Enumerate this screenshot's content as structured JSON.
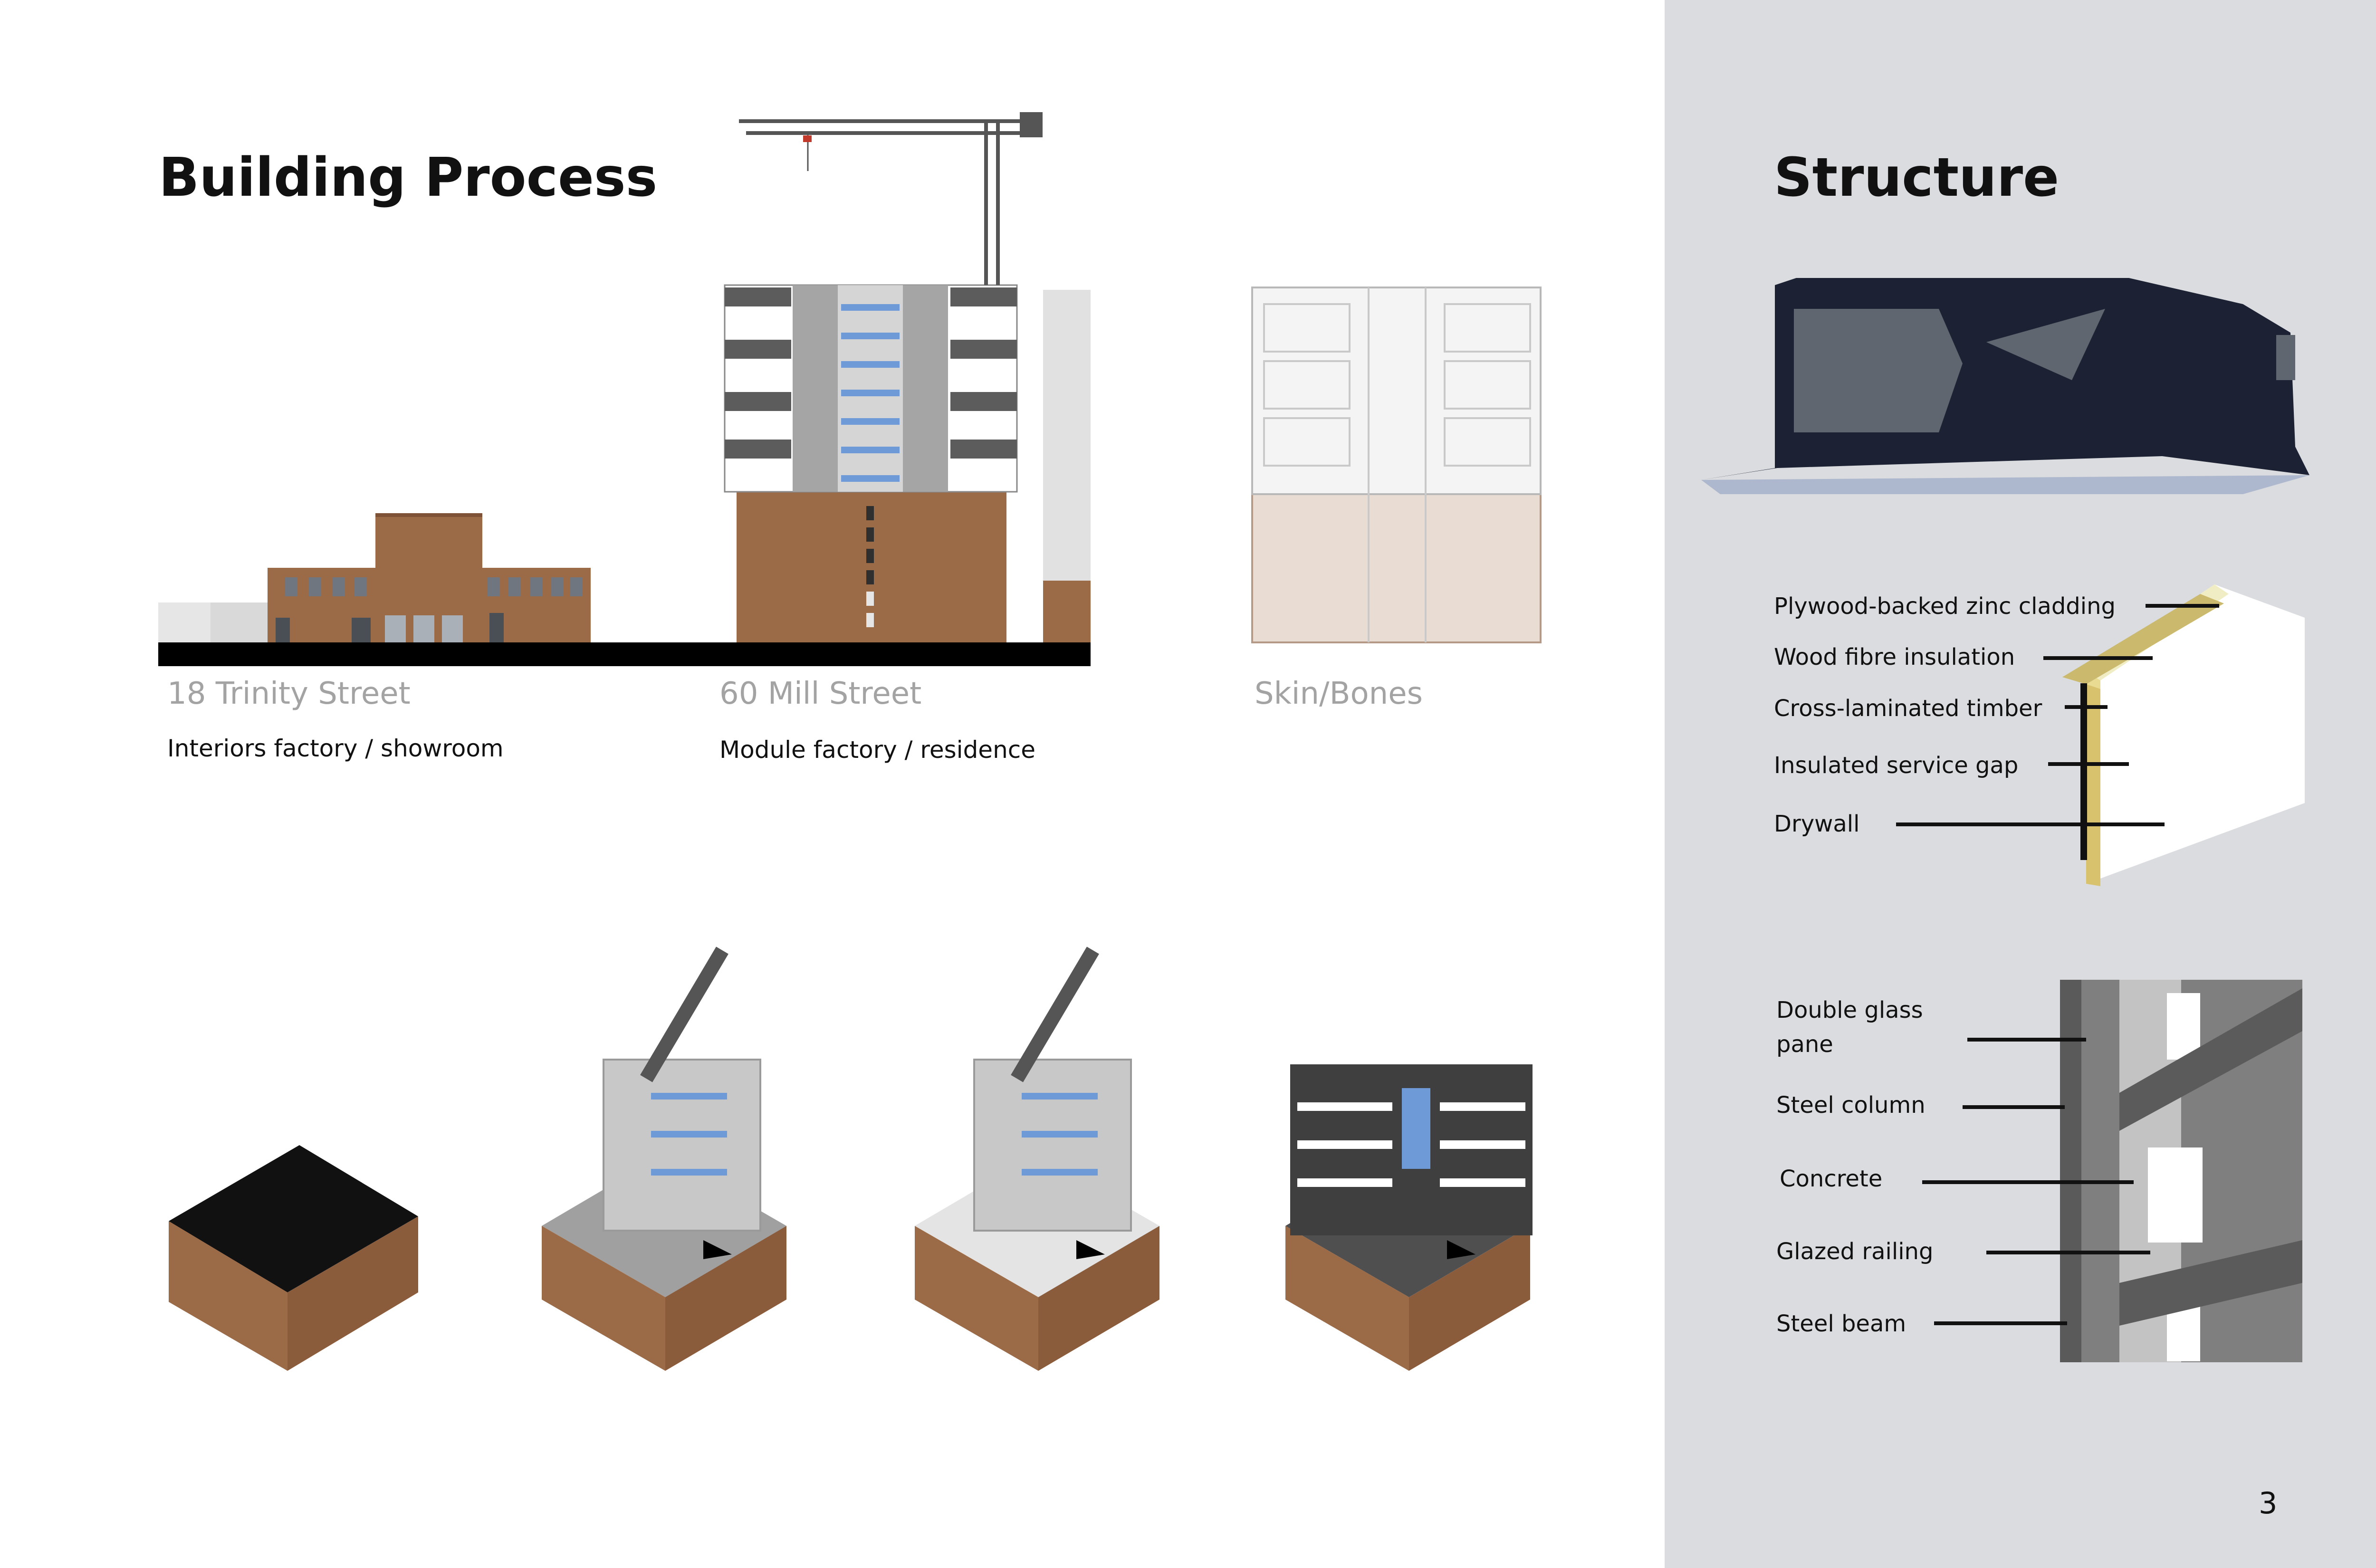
{
  "left": {
    "title": "Building Process",
    "captions": [
      {
        "name": "18 Trinity Street",
        "desc": "Interiors factory / showroom"
      },
      {
        "name": "60 Mill Street",
        "desc": "Module factory / residence"
      },
      {
        "name": "Skin/Bones",
        "desc": ""
      }
    ]
  },
  "right": {
    "title": "Structure",
    "wall_layers": [
      "Plywood-backed zinc cladding",
      "Wood fibre insulation",
      "Cross-laminated timber",
      "Insulated service gap",
      "Drywall"
    ],
    "frame_parts": [
      "Double glass\npane",
      "Steel column",
      "Concrete",
      "Glazed railing",
      "Steel beam"
    ]
  },
  "page_number": "3",
  "colors": {
    "brick": "#9b6a47",
    "panel_bg": "#dadcdf",
    "module_blue": "#6f9ad8",
    "cladding_dark": "#1c2233"
  }
}
